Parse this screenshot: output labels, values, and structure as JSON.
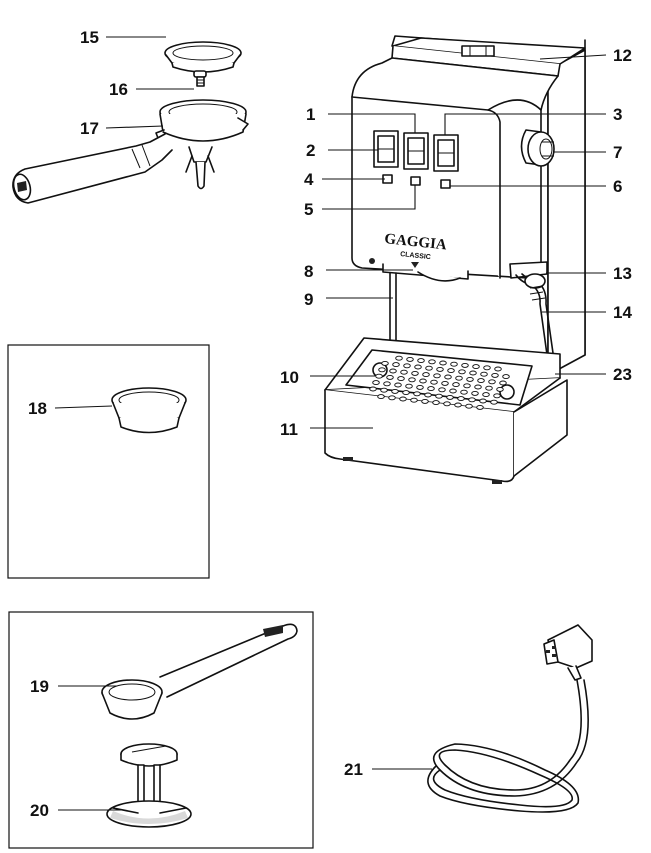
{
  "brand": {
    "logo_text": "GAGGIA",
    "logo_sub": "CLASSIC"
  },
  "callouts": [
    {
      "id": "c1",
      "label": "1"
    },
    {
      "id": "c2",
      "label": "2"
    },
    {
      "id": "c3",
      "label": "3"
    },
    {
      "id": "c4",
      "label": "4"
    },
    {
      "id": "c5",
      "label": "5"
    },
    {
      "id": "c6",
      "label": "6"
    },
    {
      "id": "c7",
      "label": "7"
    },
    {
      "id": "c8",
      "label": "8"
    },
    {
      "id": "c9",
      "label": "9"
    },
    {
      "id": "c10",
      "label": "10"
    },
    {
      "id": "c11",
      "label": "11"
    },
    {
      "id": "c12",
      "label": "12"
    },
    {
      "id": "c13",
      "label": "13"
    },
    {
      "id": "c14",
      "label": "14"
    },
    {
      "id": "c15",
      "label": "15"
    },
    {
      "id": "c16",
      "label": "16"
    },
    {
      "id": "c17",
      "label": "17"
    },
    {
      "id": "c18",
      "label": "18"
    },
    {
      "id": "c19",
      "label": "19"
    },
    {
      "id": "c20",
      "label": "20"
    },
    {
      "id": "c21",
      "label": "21"
    },
    {
      "id": "c23",
      "label": "23"
    }
  ]
}
